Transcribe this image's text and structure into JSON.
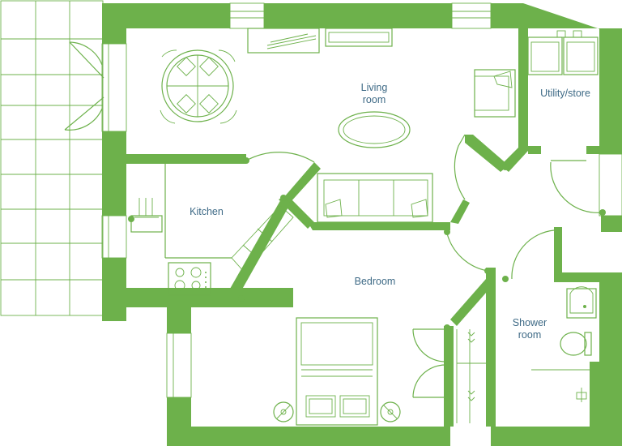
{
  "floor_plan": {
    "colors": {
      "wall": "#6db14b",
      "label": "#3e6a86",
      "background": "#ffffff"
    },
    "rooms": {
      "living_room": {
        "line1": "Living",
        "line2": "room"
      },
      "utility_store": {
        "label": "Utility/store"
      },
      "kitchen": {
        "label": "Kitchen"
      },
      "bedroom": {
        "label": "Bedroom"
      },
      "shower_room": {
        "line1": "Shower",
        "line2": "room"
      }
    }
  }
}
